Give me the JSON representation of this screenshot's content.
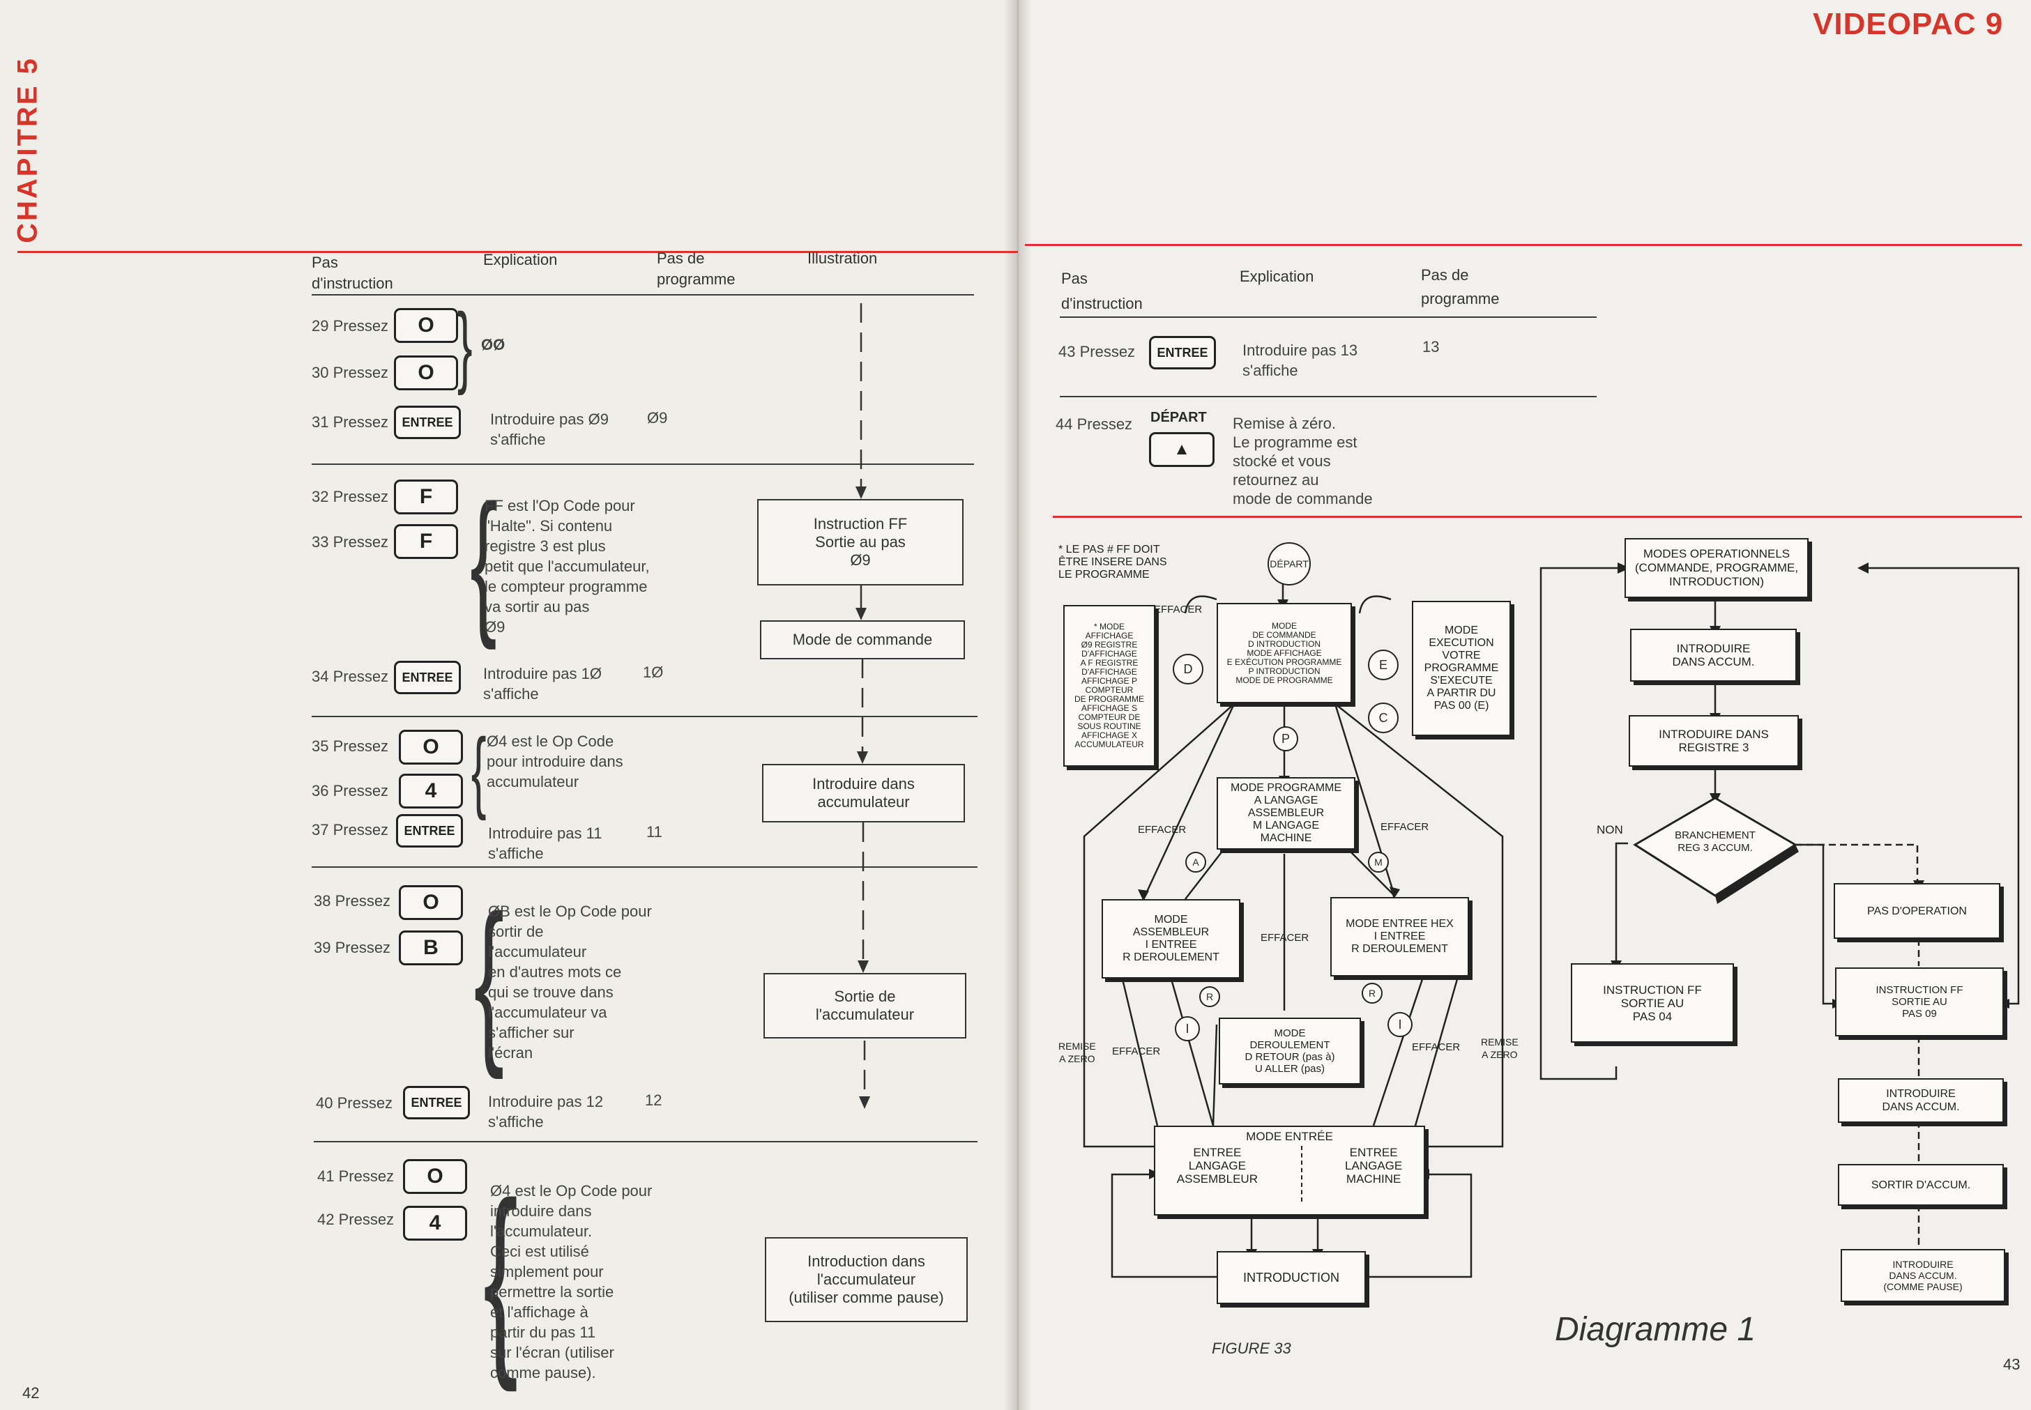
{
  "left_page": {
    "chapter": "CHAPITRE 5",
    "page_number": "42",
    "headers": {
      "step": "Pas\nd'instruction",
      "explanation": "Explication",
      "program_step": "Pas de\nprogramme",
      "illustration": "Illustration"
    },
    "rows": [
      {
        "step": "29 Pressez",
        "key": "O"
      },
      {
        "step": "30 Pressez",
        "key": "O"
      },
      {
        "step": "31 Pressez",
        "key": "ENTREE",
        "explanation": "Introduire pas Ø9\ns'affiche",
        "prog": "Ø9"
      },
      {
        "step": "32 Pressez",
        "key": "F"
      },
      {
        "step": "33 Pressez",
        "key": "F"
      },
      {
        "step": "34 Pressez",
        "key": "ENTREE",
        "explanation": "Introduire pas 1Ø\ns'affiche",
        "prog": "1Ø"
      },
      {
        "step": "35 Pressez",
        "key": "O"
      },
      {
        "step": "36 Pressez",
        "key": "4"
      },
      {
        "step": "37 Pressez",
        "key": "ENTREE",
        "explanation": "Introduire pas 11\ns'affiche",
        "prog": "11"
      },
      {
        "step": "38 Pressez",
        "key": "O"
      },
      {
        "step": "39 Pressez",
        "key": "B"
      },
      {
        "step": "40 Pressez",
        "key": "ENTREE",
        "explanation": "Introduire pas 12\ns'affiche",
        "prog": "12"
      },
      {
        "step": "41 Pressez",
        "key": "O"
      },
      {
        "step": "42 Pressez",
        "key": "4"
      }
    ],
    "group_value_00": "ØØ",
    "group_expl_ff": "FF est l'Op Code pour\n\"Halte\". Si contenu\nregistre 3 est plus\npetit que l'accumulateur,\nle compteur programme\nva sortir au pas\nØ9",
    "group_expl_04a": "Ø4 est le Op Code\npour introduire dans\naccumulateur",
    "group_expl_0b": "ØB est le Op Code pour\nsortir de\nl'accumulateur\nen d'autres mots ce\nqui se trouve dans\nl'accumulateur va\ns'afficher sur\nl'écran",
    "group_expl_04b": "Ø4 est le Op Code pour\nintroduire dans\nl'accumulateur.\nCeci est utilisé\nsimplement pour\npermettre la sortie\net l'affichage à\npartir du pas 11\nsur l'écran (utiliser\ncomme pause).",
    "illustrations": [
      "Instruction FF\nSortie au pas\nØ9",
      "Mode de commande",
      "Introduire dans\naccumulateur",
      "Sortie de\nl'accumulateur",
      "Introduction dans\nl'accumulateur\n(utiliser comme pause)"
    ]
  },
  "right_page": {
    "brand": "VIDEOPAC 9",
    "page_number": "43",
    "headers": {
      "step": "Pas\nd'instruction",
      "explanation": "Explication",
      "program_step": "Pas de\nprogramme"
    },
    "row43": {
      "step": "43 Pressez",
      "key": "ENTREE",
      "explanation": "Introduire pas 13\ns'affiche",
      "prog": "13"
    },
    "row44": {
      "step": "44 Pressez",
      "key_label": "DÉPART",
      "key": "▲",
      "explanation": "Remise à zéro.\nLe programme est\nstocké et vous\nretournez au\nmode de commande"
    },
    "figure33": {
      "caption": "FIGURE 33",
      "note": "* LE PAS # FF DOIT\nÊTRE INSERE DANS\nLE PROGRAMME",
      "depart": "DÉPART",
      "mode_commande": "MODE\nDE COMMANDE\nD INTRODUCTION\nMODE AFFICHAGE\nE EXÉCUTION PROGRAMME\nP INTRODUCTION\nMODE DE PROGRAMME",
      "mode_affichage": "* MODE\nAFFICHAGE\nØ9 REGISTRE\nD'AFFICHAGE\nA F REGISTRE\nD'AFFICHAGE\nAFFICHAGE P\nCOMPTEUR\nDE PROGRAMME\nAFFICHAGE S\nCOMPTEUR DE\nSOUS ROUTINE\nAFFICHAGE X\nACCUMULATEUR",
      "mode_execution": "MODE\nEXECUTION\nVOTRE\nPROGRAMME\nS'EXECUTE\nA PARTIR DU\nPAS 00 (E)",
      "mode_programme": "MODE PROGRAMME\nA LANGAGE\nASSEMBLEUR\nM LANGAGE\nMACHINE",
      "mode_assembleur": "MODE\nASSEMBLEUR\nI ENTREE\nR DEROULEMENT",
      "mode_hex": "MODE ENTREE HEX\nI ENTREE\nR DEROULEMENT",
      "mode_deroulement": "MODE\nDEROULEMENT\nD RETOUR (pas à)\nU ALLER (pas)",
      "mode_entree_title": "MODE ENTRÉE",
      "mode_entree_left": "ENTREE\nLANGAGE\nASSEMBLEUR",
      "mode_entree_right": "ENTREE\nLANGAGE\nMACHINE",
      "introduction": "INTRODUCTION",
      "effacer": "EFFACER",
      "remise_a_zero": "REMISE\nA ZERO",
      "circles": [
        "D",
        "E",
        "C",
        "P",
        "A",
        "M",
        "R",
        "R",
        "I",
        "I"
      ]
    },
    "diagramme1": {
      "caption": "Diagramme 1",
      "modes": "MODES OPERATIONNELS\n(COMMANDE, PROGRAMME,\nINTRODUCTION)",
      "intro_accum": "INTRODUIRE\nDANS ACCUM.",
      "intro_reg3": "INTRODUIRE DANS\nREGISTRE 3",
      "branch": "BRANCHEMENT\nREG 3 ACCUM.",
      "non": "NON",
      "instr_04": "INSTRUCTION FF\nSORTIE AU\nPAS 04",
      "pas_op": "PAS D'OPERATION",
      "instr_09": "INSTRUCTION FF\nSORTIE AU\nPAS 09",
      "intro_accum2": "INTRODUIRE\nDANS ACCUM.",
      "sortir": "SORTIR D'ACCUM.",
      "intro_pause": "INTRODUIRE\nDANS ACCUM.\n(COMME PAUSE)"
    }
  },
  "colors": {
    "accent": "#d8352a",
    "ink": "#222222",
    "paper": "#efeee9"
  }
}
